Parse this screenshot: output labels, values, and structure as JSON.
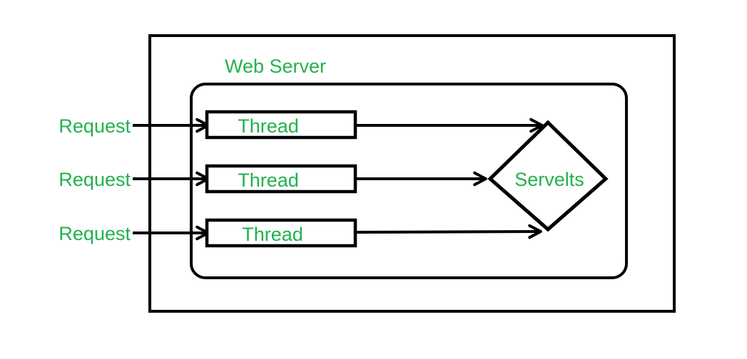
{
  "diagram": {
    "title": "Web Server",
    "requests": [
      {
        "label": "Request"
      },
      {
        "label": "Request"
      },
      {
        "label": "Request"
      }
    ],
    "threads": [
      {
        "label": "Thread"
      },
      {
        "label": "Thread"
      },
      {
        "label": "Thread"
      }
    ],
    "servlet": {
      "label": "Servelts"
    },
    "colors": {
      "text_green": "#22B14C",
      "line_black": "#000000",
      "background": "#FFFFFF"
    }
  }
}
